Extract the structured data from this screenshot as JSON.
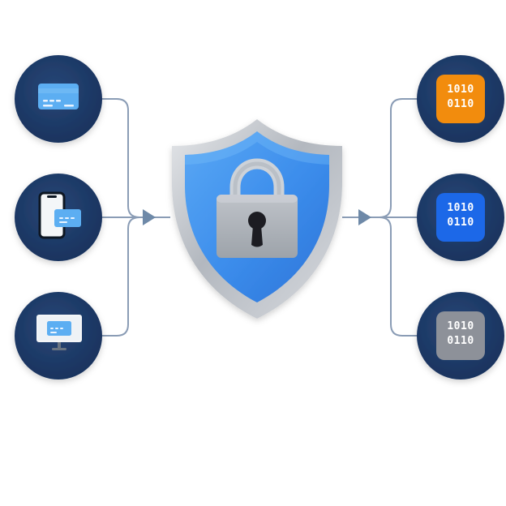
{
  "diagram": {
    "inputs": [
      {
        "icon": "credit-card-icon"
      },
      {
        "icon": "smartphone-card-icon"
      },
      {
        "icon": "monitor-card-icon"
      }
    ],
    "center": {
      "icon": "shield-lock-icon"
    },
    "outputs": [
      {
        "icon": "binary-token-icon",
        "text": "1010\n0110",
        "color": "#F28C0F"
      },
      {
        "icon": "binary-token-icon",
        "text": "1010\n0110",
        "color": "#1D67E8"
      },
      {
        "icon": "binary-token-icon",
        "text": "1010\n0110",
        "color": "#8D9199"
      }
    ],
    "colors": {
      "node": "#1D3663",
      "connector": "#8A9CB5",
      "shield_blue": "#3C8CEB",
      "shield_rim": "#B7BCC4",
      "card_blue": "#5BAEF2"
    }
  }
}
